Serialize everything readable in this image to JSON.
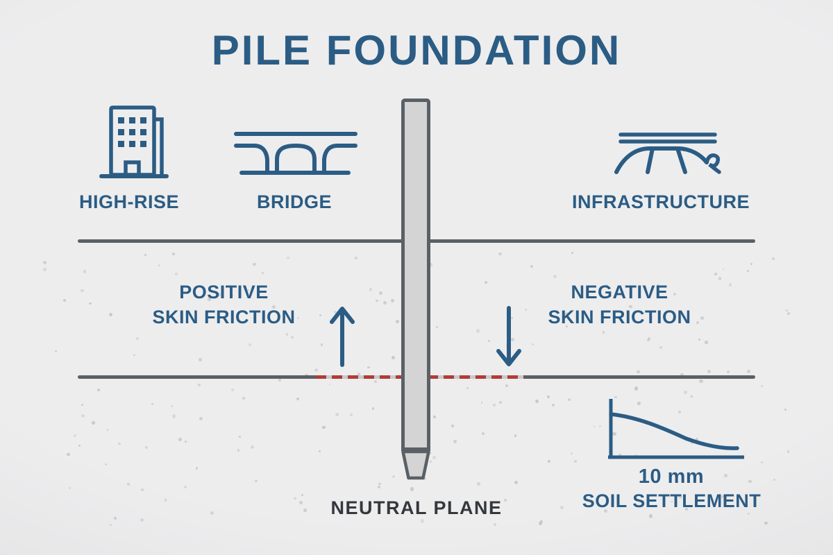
{
  "title": "PILE FOUNDATION",
  "structures": [
    {
      "label": "HIGH-RISE",
      "icon": "high-rise-building-icon"
    },
    {
      "label": "BRIDGE",
      "icon": "bridge-icon"
    },
    {
      "label": "INFRASTRUCTURE",
      "icon": "infrastructure-arch-icon"
    }
  ],
  "friction": {
    "positive": {
      "line1": "POSITIVE",
      "line2": "SKIN FRICTION",
      "direction": "up"
    },
    "negative": {
      "line1": "NEGATIVE",
      "line2": "SKIN FRICTION",
      "direction": "down"
    }
  },
  "neutral_plane": {
    "label": "NEUTRAL PLANE"
  },
  "settlement": {
    "value": "10 mm",
    "caption": "SOIL SETTLEMENT"
  },
  "colors": {
    "accent_blue": "#2b5c84",
    "line_slate": "#596066",
    "neutral_plane_red": "#b23b36",
    "pile_fill": "#d3d4d3",
    "text_dark": "#34383c",
    "background": "#ededee"
  },
  "chart_data": {
    "type": "line",
    "title": "SOIL SETTLEMENT",
    "annotation": "10 mm",
    "xlabel": "",
    "ylabel": "",
    "axes_labeled": false,
    "x_normalized": [
      0,
      0.2,
      0.4,
      0.6,
      0.8,
      1.0
    ],
    "settlement_mm": [
      10,
      9.2,
      7.6,
      5.4,
      3.2,
      2.0
    ],
    "description": "Soil settlement of 10 mm decaying with distance, drawn as a falling curve over plain x/y axes"
  }
}
